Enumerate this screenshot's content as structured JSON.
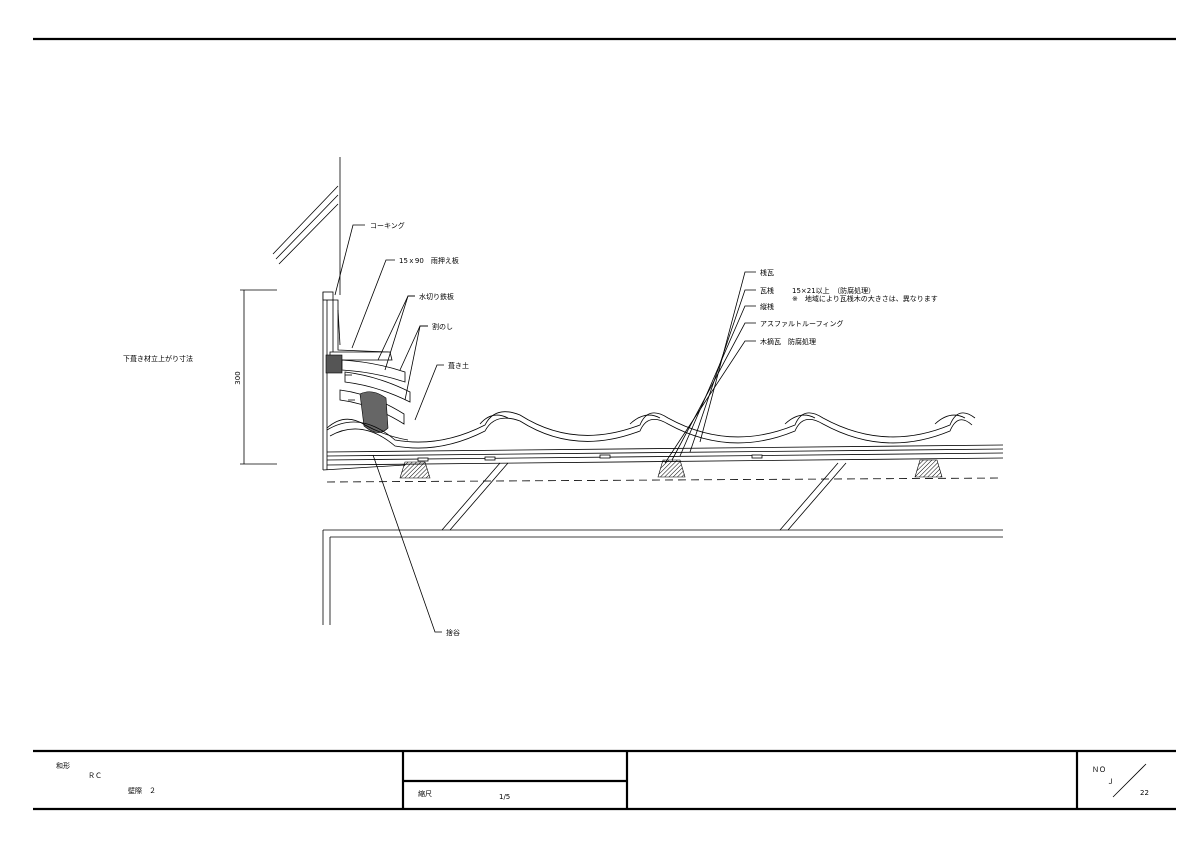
{
  "labels": {
    "caulking": "コーキング",
    "cover_board": "15ｘ90　雨押え板",
    "drip_board": "水切り鉄板",
    "noshi": "割のし",
    "fill_soil": "葺き土",
    "bridge_tile": "桟瓦",
    "tile_batten": "瓦桟",
    "tile_batten_spec_1": "15×21以上　（防腐処理）",
    "tile_batten_spec_2": "※　地域により瓦桟木の大きさは、異なります",
    "vertical_batten": "縦桟",
    "asphalt_roofing": "アスファルトルーフィング",
    "fixing_strip": "木摘瓦　防腐処理",
    "gutter": "捨谷",
    "dimension_note": "下葺き材立上がり寸法",
    "dimension_value": "300"
  },
  "title_block": {
    "category": "和形",
    "structure": "ＲＣ",
    "title": "壁際　２",
    "scale_label": "縮尺",
    "scale_value": "1/5",
    "no_label": "ＮＯ",
    "sheet_letter": "Ｊ",
    "sheet_number": "22"
  }
}
